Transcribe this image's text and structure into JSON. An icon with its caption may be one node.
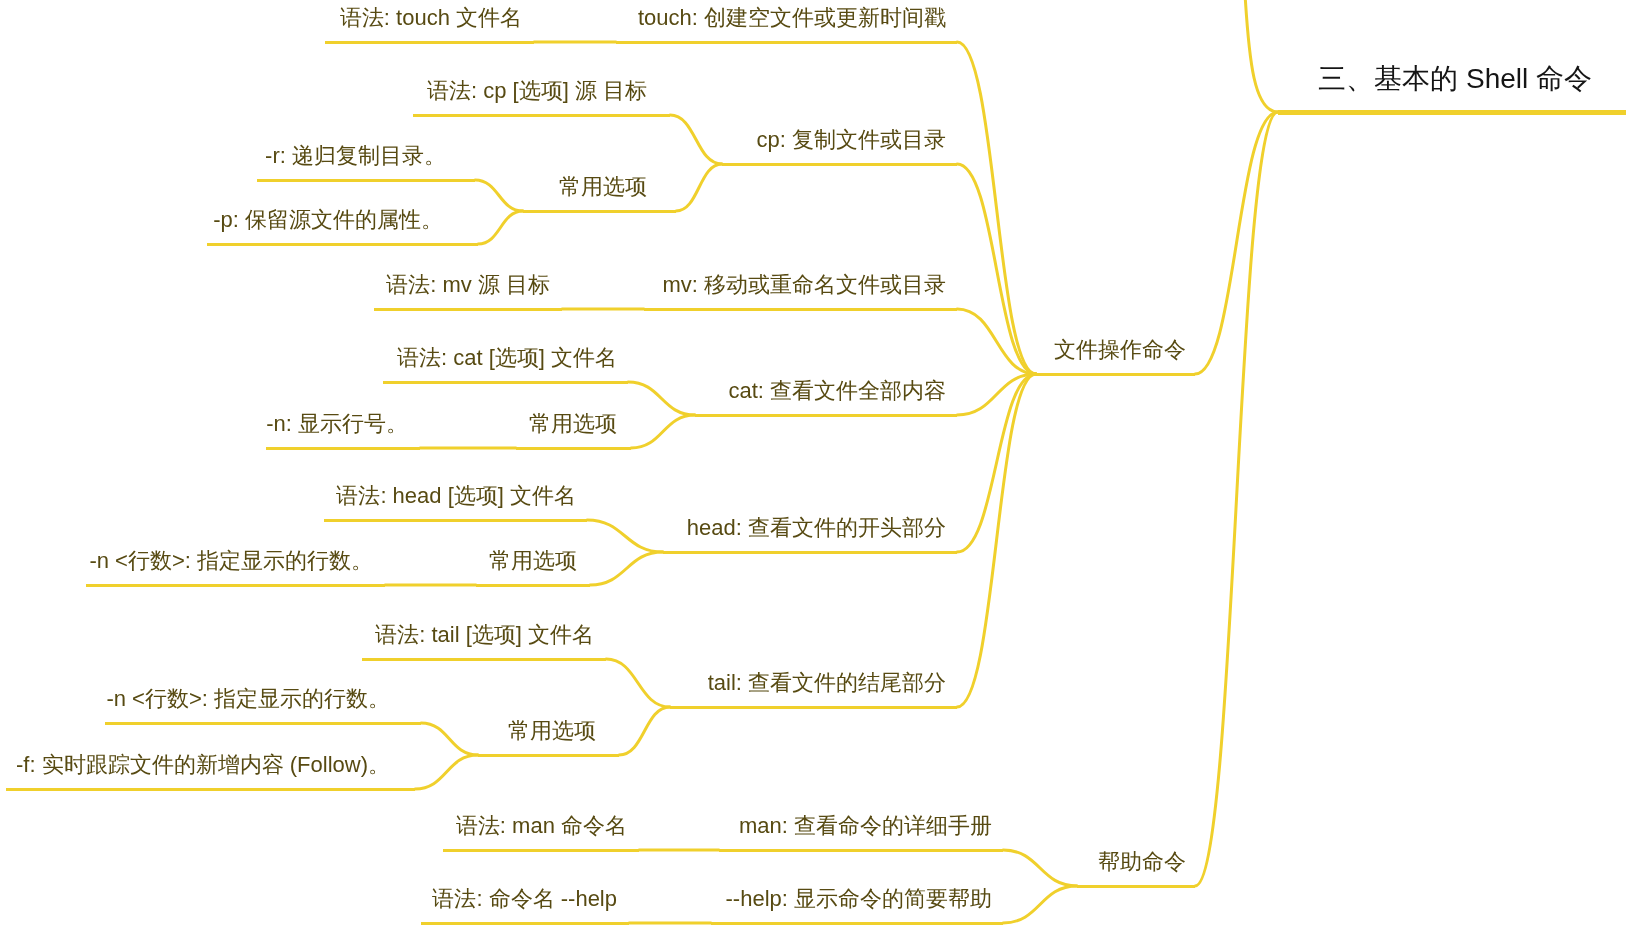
{
  "diagram": {
    "nodes": [
      {
        "text": [
          "三、基本的 Shell 命令"
        ]
      },
      {
        "text": [
          "文件操作命令"
        ]
      },
      {
        "text": [
          "touch: 创建空文件或更新时间戳"
        ]
      },
      {
        "text": [
          "语法: touch 文件名"
        ]
      },
      {
        "text": [
          "cp: 复制文件或目录"
        ]
      },
      {
        "text": [
          "语法: cp [选项] 源 目标"
        ]
      },
      {
        "text": [
          "常用选项"
        ]
      },
      {
        "text": [
          "-r: 递归复制目录。"
        ]
      },
      {
        "text": [
          "-p: 保留源文件的属性。"
        ]
      },
      {
        "text": [
          "mv: 移动或重命名文件或目录"
        ]
      },
      {
        "text": [
          "语法: mv 源 目标"
        ]
      },
      {
        "text": [
          "cat: 查看文件全部内容"
        ]
      },
      {
        "text": [
          "语法: cat [选项] 文件名"
        ]
      },
      {
        "text": [
          "常用选项"
        ]
      },
      {
        "text": [
          "-n: 显示行号。"
        ]
      },
      {
        "text": [
          "head: 查看文件的开头部分"
        ]
      },
      {
        "text": [
          "语法: head [选项] 文件名"
        ]
      },
      {
        "text": [
          "常用选项"
        ]
      },
      {
        "text": [
          "-n <行数>: 指定显示的行数。"
        ]
      },
      {
        "text": [
          "tail: 查看文件的结尾部分"
        ]
      },
      {
        "text": [
          "语法: tail [选项] 文件名"
        ]
      },
      {
        "text": [
          "常用选项"
        ]
      },
      {
        "text": [
          "-n <行数>: 指定显示的行数。"
        ]
      },
      {
        "text": [
          "-f: 实时跟踪文件的新增内容 (Follow)。"
        ]
      },
      {
        "text": [
          "帮助命令"
        ]
      },
      {
        "text": [
          "man: 查看命令的详细手册"
        ]
      },
      {
        "text": [
          "语法: man 命令名"
        ]
      },
      {
        "text": [
          "--help: 显示命令的简要帮助"
        ]
      },
      {
        "text": [
          "语法: 命令名 --help"
        ]
      }
    ],
    "edges": [
      {
        "from": null,
        "to": 0,
        "arrow": "none"
      },
      {
        "from": 0,
        "to": 1,
        "arrow": "none"
      },
      {
        "from": 1,
        "to": 2,
        "arrow": "none"
      },
      {
        "from": 2,
        "to": 3,
        "arrow": "none"
      },
      {
        "from": 1,
        "to": 4,
        "arrow": "none"
      },
      {
        "from": 4,
        "to": 5,
        "arrow": "none"
      },
      {
        "from": 4,
        "to": 6,
        "arrow": "none"
      },
      {
        "from": 6,
        "to": 7,
        "arrow": "none"
      },
      {
        "from": 6,
        "to": 8,
        "arrow": "none"
      },
      {
        "from": 1,
        "to": 9,
        "arrow": "none"
      },
      {
        "from": 9,
        "to": 10,
        "arrow": "none"
      },
      {
        "from": 1,
        "to": 11,
        "arrow": "none"
      },
      {
        "from": 11,
        "to": 12,
        "arrow": "none"
      },
      {
        "from": 11,
        "to": 13,
        "arrow": "none"
      },
      {
        "from": 13,
        "to": 14,
        "arrow": "none"
      },
      {
        "from": 1,
        "to": 15,
        "arrow": "none"
      },
      {
        "from": 15,
        "to": 16,
        "arrow": "none"
      },
      {
        "from": 15,
        "to": 17,
        "arrow": "none"
      },
      {
        "from": 17,
        "to": 18,
        "arrow": "none"
      },
      {
        "from": 1,
        "to": 19,
        "arrow": "none"
      },
      {
        "from": 19,
        "to": 20,
        "arrow": "none"
      },
      {
        "from": 19,
        "to": 21,
        "arrow": "none"
      },
      {
        "from": 21,
        "to": 22,
        "arrow": "none"
      },
      {
        "from": 21,
        "to": 23,
        "arrow": "none"
      },
      {
        "from": 0,
        "to": 24,
        "arrow": "none"
      },
      {
        "from": 24,
        "to": 25,
        "arrow": "none"
      },
      {
        "from": 25,
        "to": 26,
        "arrow": "none"
      },
      {
        "from": 24,
        "to": 27,
        "arrow": "none"
      },
      {
        "from": 27,
        "to": 28,
        "arrow": "none"
      }
    ]
  }
}
